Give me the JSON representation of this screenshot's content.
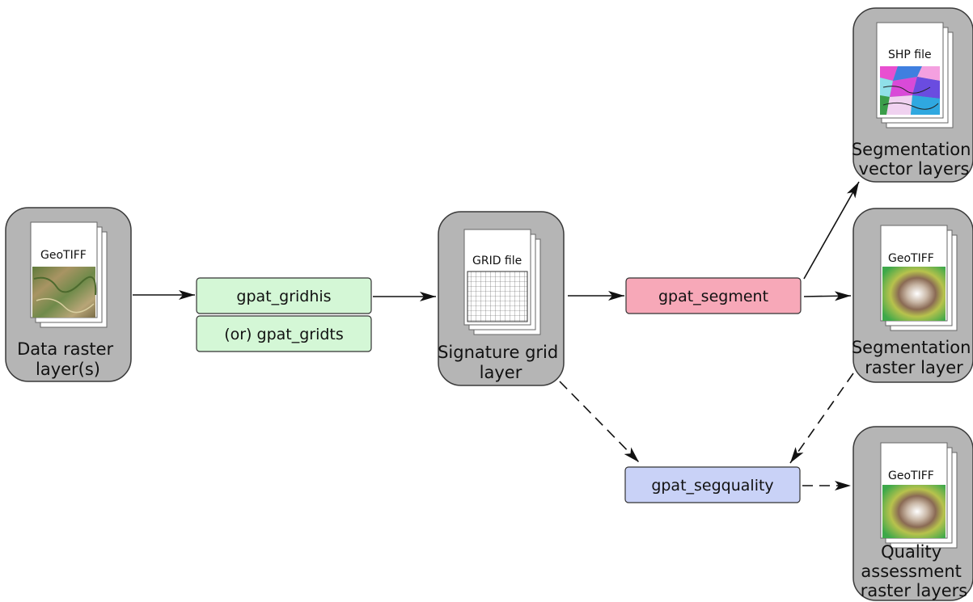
{
  "layers": {
    "data_raster": {
      "doc_label": "GeoTIFF",
      "caption_lines": [
        "Data raster",
        "layer(s)"
      ]
    },
    "signature_grid": {
      "doc_label": "GRID file",
      "caption_lines": [
        "Signature grid",
        "layer"
      ]
    },
    "segmentation_vector": {
      "doc_label": "SHP file",
      "caption_lines": [
        "Segmentation",
        "vector layers"
      ]
    },
    "segmentation_raster": {
      "doc_label": "GeoTIFF",
      "caption_lines": [
        "Segmentation",
        "raster layer"
      ]
    },
    "quality_assessment": {
      "doc_label": "GeoTIFF",
      "caption_lines": [
        "Quality",
        "assessment",
        "raster layers"
      ]
    }
  },
  "processes": {
    "gridhis": {
      "label": "gpat_gridhis",
      "color": "#d4f7d6"
    },
    "gridts": {
      "label": "(or) gpat_gridts",
      "color": "#d4f7d6"
    },
    "segment": {
      "label": "gpat_segment",
      "color": "#f7a8b8"
    },
    "segquality": {
      "label": "gpat_segquality",
      "color": "#c9d2f7"
    }
  },
  "colors": {
    "layer_fill": "#b5b5b5",
    "layer_stroke": "#3a3a3a",
    "arrow": "#111111"
  }
}
